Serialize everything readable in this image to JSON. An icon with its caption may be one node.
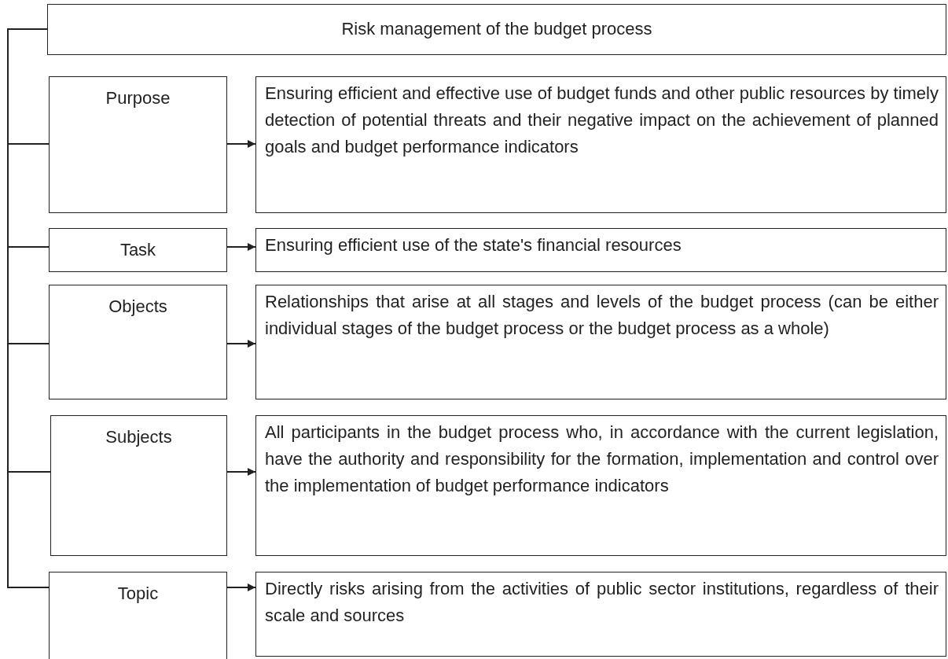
{
  "diagram": {
    "nodes": [
      {
        "text": [
          "Risk management of the budget process"
        ]
      },
      {
        "text": [
          "Purpose"
        ]
      },
      {
        "text": [
          "Ensuring efficient and effective use of budget funds and other public resources by timely detection of potential threats and their negative impact on the achievement of planned goals and budget performance indicators"
        ]
      },
      {
        "text": [
          "Task"
        ]
      },
      {
        "text": [
          "Ensuring efficient use of the state's financial resources"
        ]
      },
      {
        "text": [
          "Objects"
        ]
      },
      {
        "text": [
          "Relationships that arise at all stages and levels of the budget process (can be either individual stages of the budget process or the budget process as a whole)"
        ]
      },
      {
        "text": [
          "Subjects"
        ]
      },
      {
        "text": [
          "All participants in the budget process who, in accordance with the current legislation, have the authority and responsibility for the formation, implementation and control over the implementation of budget performance indicators"
        ]
      },
      {
        "text": [
          "Topic"
        ]
      },
      {
        "text": [
          "Directly risks arising from the activities of public sector institutions, regardless of their scale and sources"
        ]
      }
    ],
    "edges": [
      {
        "from": 0,
        "to": 1,
        "arrow": "none"
      },
      {
        "from": 0,
        "to": 3,
        "arrow": "none"
      },
      {
        "from": 0,
        "to": 5,
        "arrow": "none"
      },
      {
        "from": 0,
        "to": 7,
        "arrow": "none"
      },
      {
        "from": 0,
        "to": 9,
        "arrow": "none"
      },
      {
        "from": 1,
        "to": 2,
        "arrow": "to"
      },
      {
        "from": 3,
        "to": 4,
        "arrow": "to"
      },
      {
        "from": 5,
        "to": 6,
        "arrow": "to"
      },
      {
        "from": 7,
        "to": 8,
        "arrow": "to"
      },
      {
        "from": 9,
        "to": 10,
        "arrow": "to"
      }
    ]
  }
}
